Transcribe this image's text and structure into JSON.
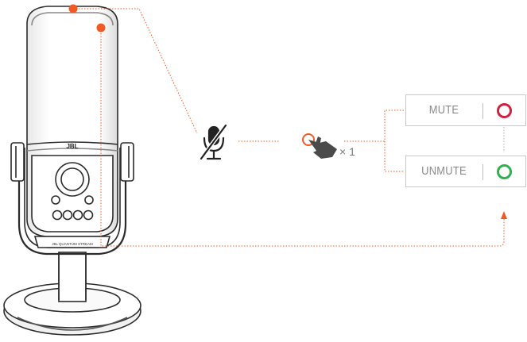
{
  "states": [
    {
      "label": "MUTE",
      "indicator": "red-ring",
      "color": "#d21f3c"
    },
    {
      "label": "UNMUTE",
      "indicator": "green-ring",
      "color": "#2bb24c"
    }
  ],
  "press_count": "× 1",
  "mic_brand": "JBL",
  "mic_model_text": "JBL QUANTUM STREAM",
  "colors": {
    "accent": "#f15a22",
    "line": "#333333"
  },
  "icons": [
    "mic-muted-icon",
    "tap-hand-icon"
  ]
}
